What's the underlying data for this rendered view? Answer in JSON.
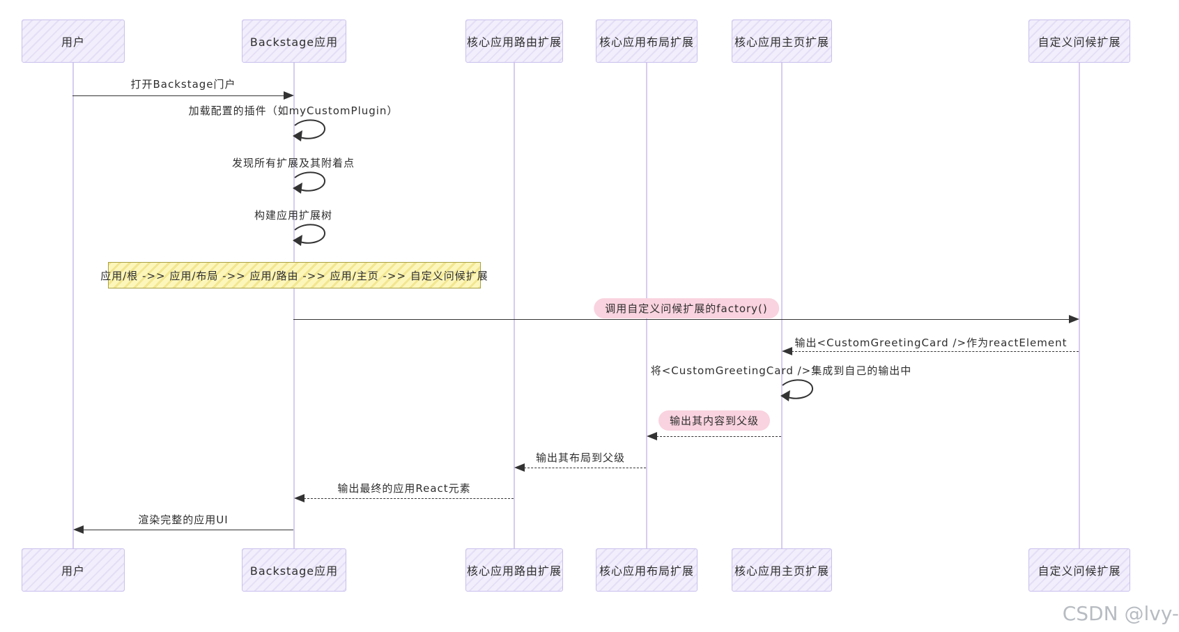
{
  "diagram": {
    "type": "sequence-diagram",
    "participants": [
      {
        "id": "user",
        "label": "用户"
      },
      {
        "id": "backstage-app",
        "label": "Backstage应用"
      },
      {
        "id": "core-route-ext",
        "label": "核心应用路由扩展"
      },
      {
        "id": "core-layout-ext",
        "label": "核心应用布局扩展"
      },
      {
        "id": "core-home-ext",
        "label": "核心应用主页扩展"
      },
      {
        "id": "custom-greeting-ext",
        "label": "自定义问候扩展"
      }
    ],
    "messages": [
      {
        "from": "user",
        "to": "backstage-app",
        "style": "solid",
        "text": "打开Backstage门户"
      },
      {
        "from": "backstage-app",
        "to": "backstage-app",
        "style": "self",
        "text": "加载配置的插件（如myCustomPlugin）"
      },
      {
        "from": "backstage-app",
        "to": "backstage-app",
        "style": "self",
        "text": "发现所有扩展及其附着点"
      },
      {
        "from": "backstage-app",
        "to": "backstage-app",
        "style": "self",
        "text": "构建应用扩展树"
      },
      {
        "from": "backstage-app",
        "to": "custom-greeting-ext",
        "style": "solid",
        "highlight": true,
        "text": "调用自定义问候扩展的factory()"
      },
      {
        "from": "custom-greeting-ext",
        "to": "core-home-ext",
        "style": "dashed",
        "text": "输出<CustomGreetingCard />作为reactElement"
      },
      {
        "from": "core-home-ext",
        "to": "core-home-ext",
        "style": "self",
        "text": "将<CustomGreetingCard />集成到自己的输出中"
      },
      {
        "from": "core-home-ext",
        "to": "core-layout-ext",
        "style": "dashed",
        "highlight": true,
        "text": "输出其内容到父级"
      },
      {
        "from": "core-layout-ext",
        "to": "core-route-ext",
        "style": "dashed",
        "text": "输出其布局到父级"
      },
      {
        "from": "core-route-ext",
        "to": "backstage-app",
        "style": "dashed",
        "text": "输出最终的应用React元素"
      },
      {
        "from": "backstage-app",
        "to": "user",
        "style": "solid",
        "text": "渲染完整的应用UI"
      }
    ],
    "note": {
      "over": "backstage-app",
      "text": "应用/根 ->> 应用/布局 ->> 应用/路由 ->> 应用/主页 ->> 自定义问候扩展"
    },
    "colors": {
      "actor_fill": "#f2eefb",
      "actor_border": "#c9bfee",
      "lifeline": "#d6ccf1",
      "note_fill": "#fcf6bb",
      "note_border": "#a9a043",
      "highlight_pill": "#f9d3df",
      "arrow": "#333333",
      "text": "#2e2e2e"
    }
  },
  "watermark": {
    "text": "CSDN @lvy-"
  }
}
